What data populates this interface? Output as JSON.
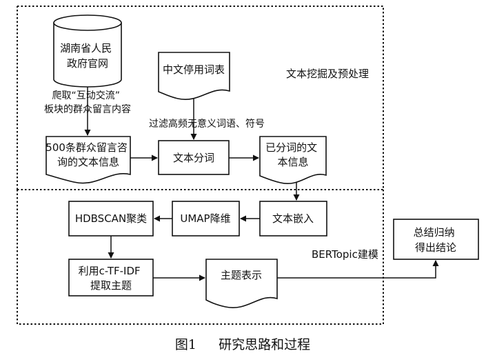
{
  "diagram": {
    "nodes": {
      "source_db": "湖南省人民政府官网",
      "stopwords": "中文停用词表",
      "raw_docs": "500条群众留言咨询的文本信息",
      "segmentation": "文本分词",
      "segmented_docs": "已分词的文本信息",
      "embedding": "文本嵌入",
      "umap": "UMAP降维",
      "hdbscan": "HDBSCAN聚类",
      "ctfidf": "利用c-TF-IDF提取主题",
      "topic_repr": "主题表示",
      "conclusion": "总结归纳得出结论"
    },
    "edges": {
      "crawl": "爬取“互动交流”板块的群众留言内容",
      "filter": "过滤高频无意义词语、符号"
    },
    "sections": {
      "preprocessing": "文本挖掘及预处理",
      "bertopic": "BERTopic建模"
    }
  },
  "caption": "图1 研究思路和过程"
}
